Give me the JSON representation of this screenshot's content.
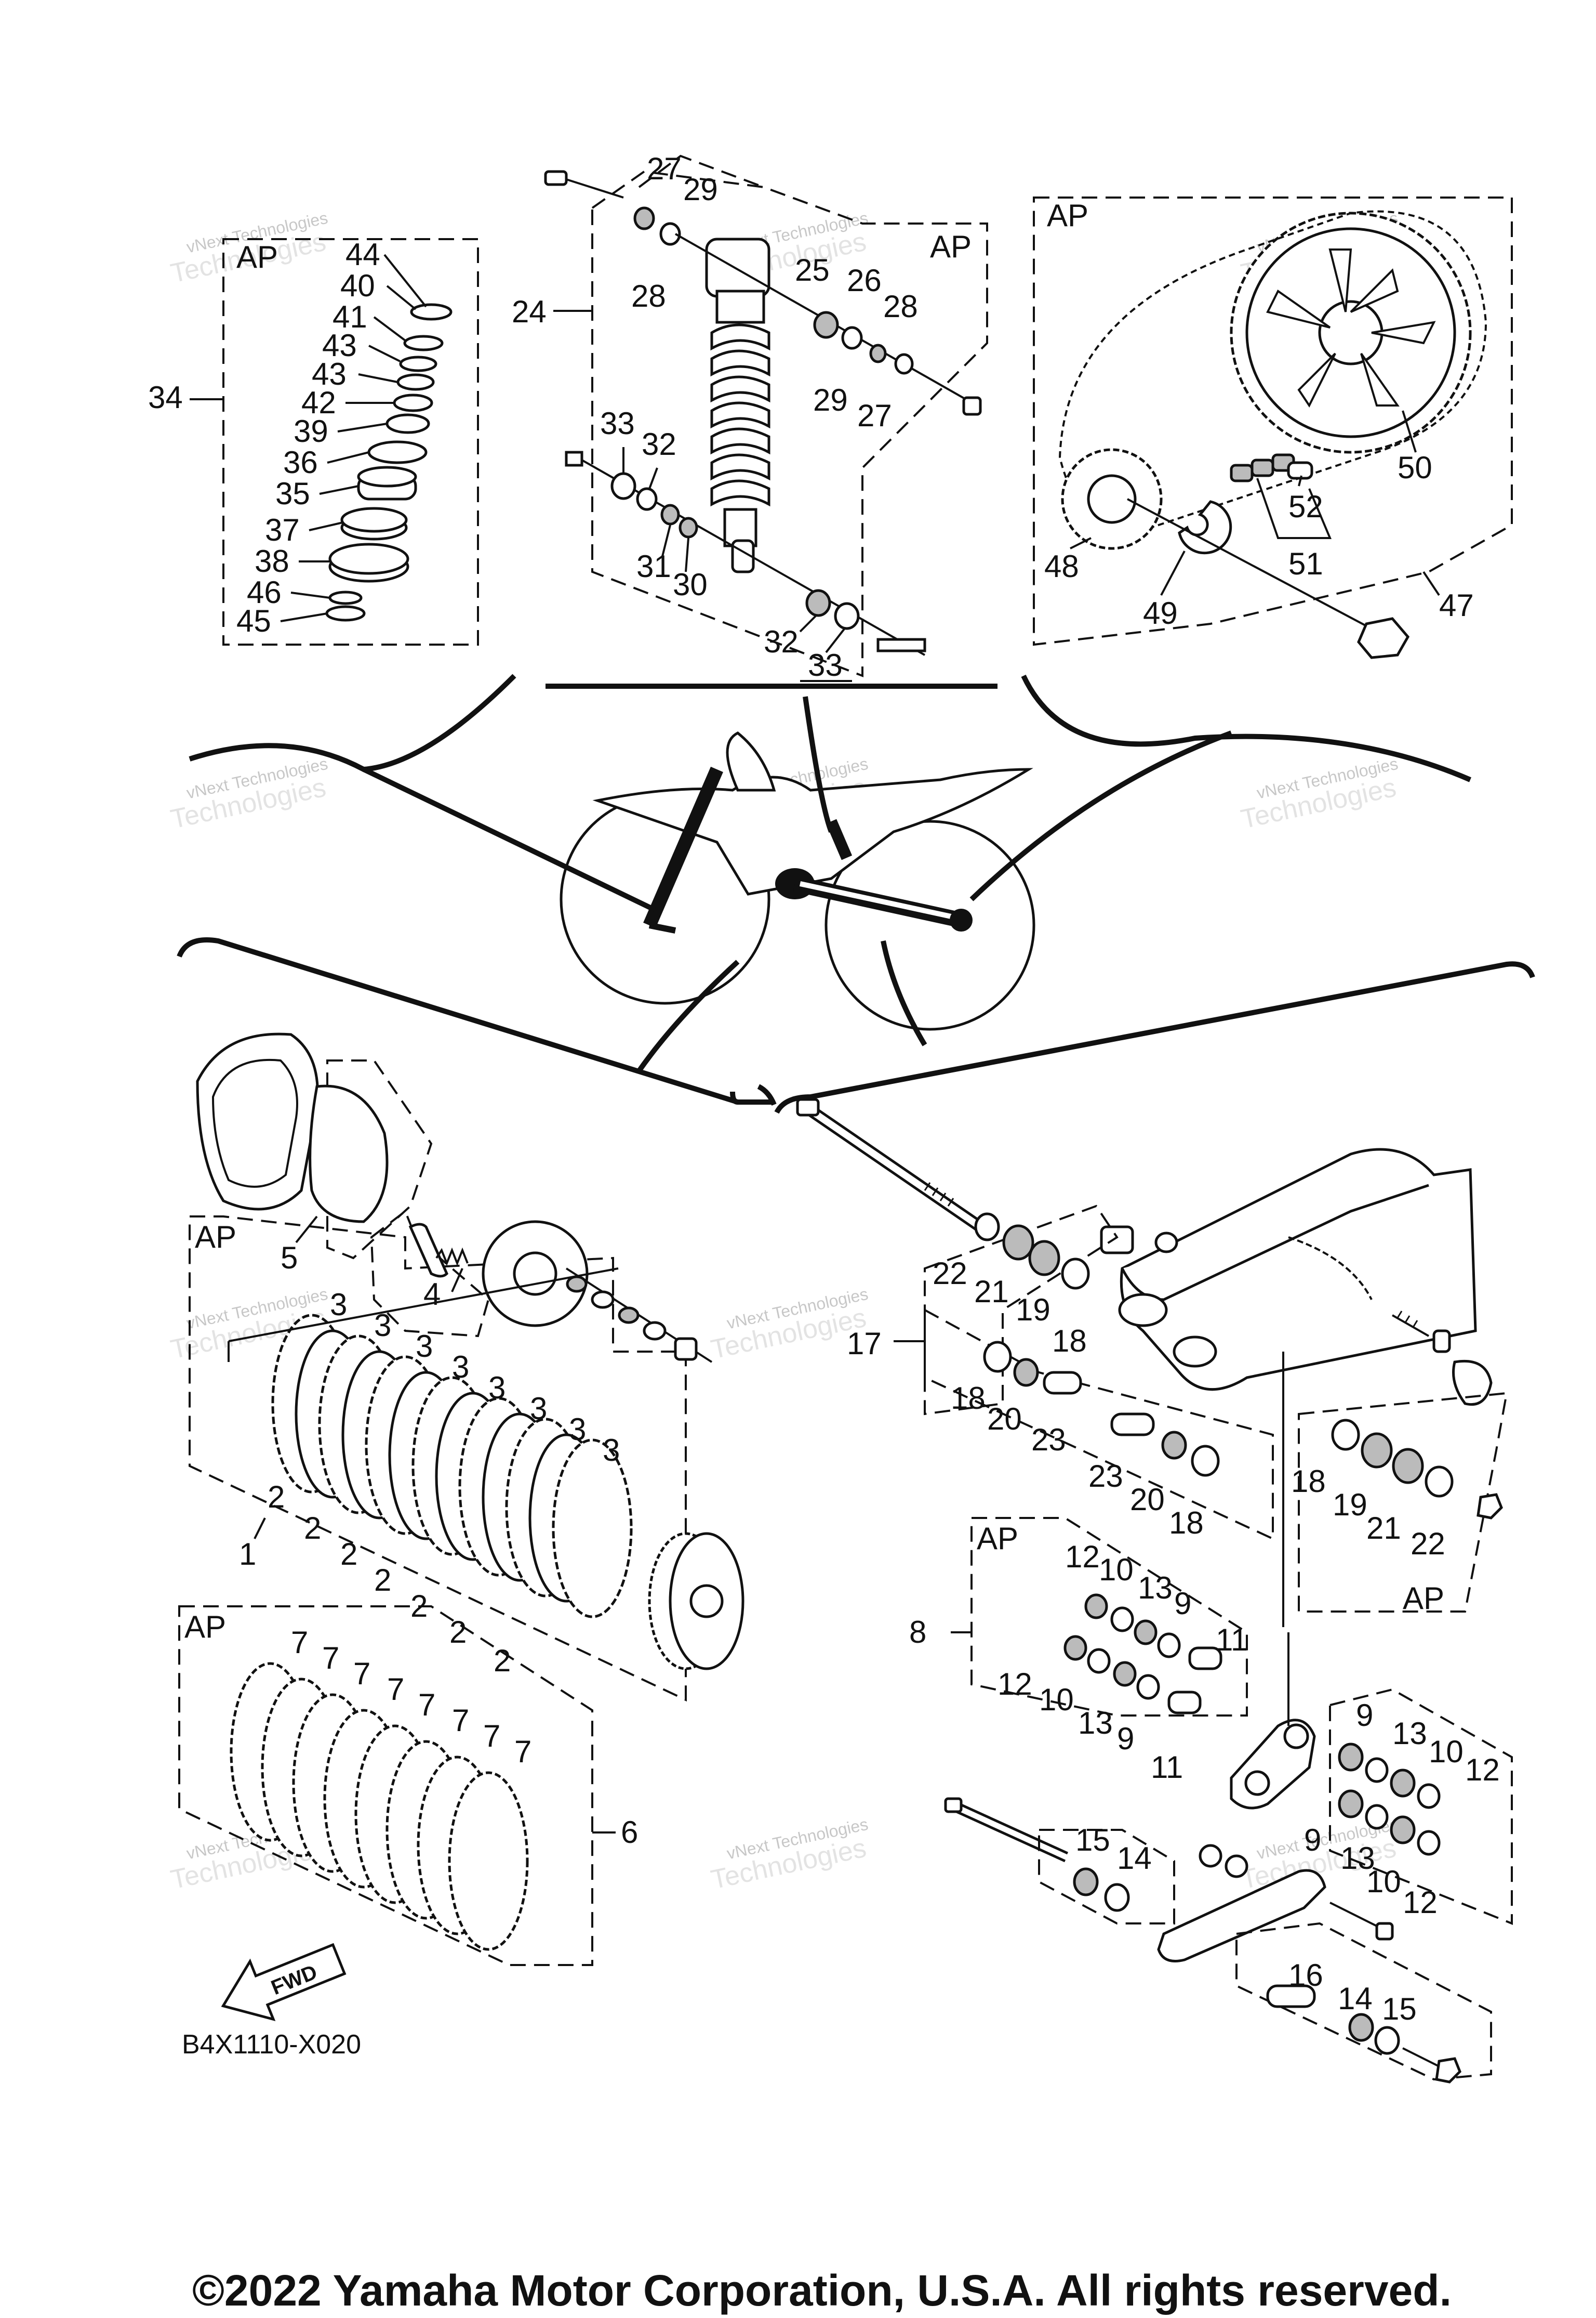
{
  "diagram_code": "B4X1110-X020",
  "copyright": "©2022 Yamaha Motor Corporation, U.S.A. All rights reserved.",
  "fwd_label": "FWD",
  "ap_label": "AP",
  "watermark": {
    "line1": "vNext Technologies",
    "line2": "vNext",
    "line3": "Technologies"
  },
  "callouts": {
    "c1": "1",
    "c2": "2",
    "c3": "3",
    "c4": "4",
    "c5": "5",
    "c6": "6",
    "c7": "7",
    "c8": "8",
    "c9": "9",
    "c10": "10",
    "c11": "11",
    "c12": "12",
    "c13": "13",
    "c14": "14",
    "c15": "15",
    "c16": "16",
    "c17": "17",
    "c18": "18",
    "c19": "19",
    "c20": "20",
    "c21": "21",
    "c22": "22",
    "c23": "23",
    "c24": "24",
    "c25": "25",
    "c26": "26",
    "c27": "27",
    "c28": "28",
    "c29": "29",
    "c30": "30",
    "c31": "31",
    "c32": "32",
    "c33": "33",
    "c34": "34",
    "c35": "35",
    "c36": "36",
    "c37": "37",
    "c38": "38",
    "c39": "39",
    "c40": "40",
    "c41": "41",
    "c42": "42",
    "c43": "43",
    "c44": "44",
    "c45": "45",
    "c46": "46",
    "c47": "47",
    "c48": "48",
    "c49": "49",
    "c50": "50",
    "c51": "51",
    "c52": "52"
  }
}
